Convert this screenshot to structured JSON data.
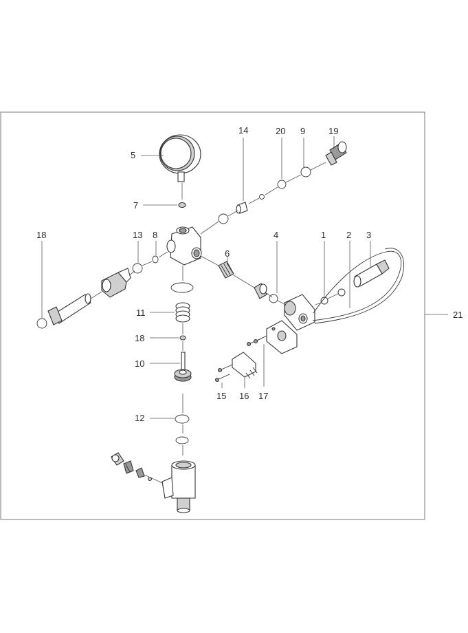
{
  "diagram": {
    "frame_callout": "21",
    "callouts": {
      "c1": "1",
      "c2": "2",
      "c3": "3",
      "c4": "4",
      "c5": "5",
      "c6": "6",
      "c7": "7",
      "c8": "8",
      "c9": "9",
      "c10": "10",
      "c11": "11",
      "c12": "12",
      "c13": "13",
      "c14": "14",
      "c15": "15",
      "c16": "16",
      "c17": "17",
      "c18a": "18",
      "c18b": "18",
      "c19": "19",
      "c20": "20"
    },
    "colors": {
      "line": "#333333",
      "fill": "#ffffff",
      "shade": "#cfcfcf"
    }
  }
}
